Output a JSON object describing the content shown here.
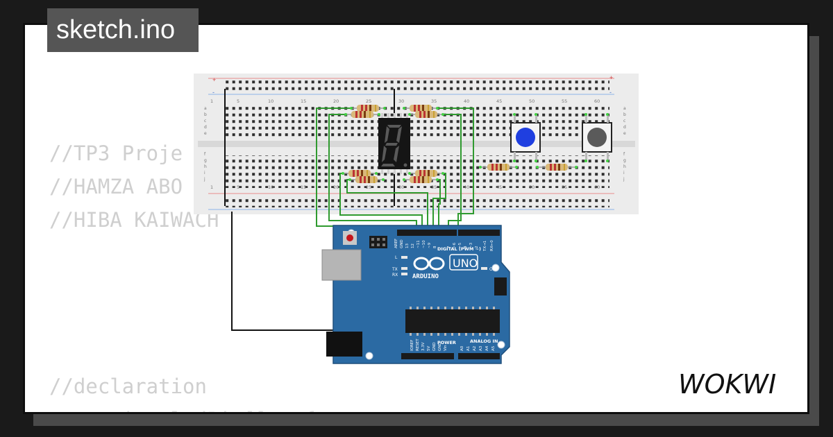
{
  "window": {
    "title": "sketch.ino"
  },
  "code": {
    "lines": [
      "//TP3 Proje",
      "//HAMZA ABO",
      "//HIBA KAIWACH",
      "//declaration",
      "      int ledPin[] = {"
    ]
  },
  "breadboard": {
    "column_numbers": [
      "1",
      "5",
      "10",
      "15",
      "20",
      "25",
      "30",
      "35",
      "40",
      "45",
      "50",
      "55",
      "60"
    ],
    "row_letters_top": [
      "a",
      "b",
      "c",
      "d",
      "e"
    ],
    "row_letters_bottom": [
      "f",
      "g",
      "h",
      "i",
      "j"
    ],
    "rail_plus": "+",
    "rail_minus": "-"
  },
  "arduino": {
    "logo_text": "ARDUINO",
    "model": "UNO",
    "digital_label": "DIGITAL (PWM ~)",
    "power_label": "POWER",
    "analog_label": "ANALOG IN",
    "led_labels": [
      "L",
      "TX",
      "RX",
      "ON"
    ],
    "top_pins": [
      "GND",
      "13",
      "12",
      "~11",
      "~10",
      "~9",
      "8",
      "7",
      "~6",
      "~5",
      "4",
      "~3",
      "2",
      "TX→1",
      "RX←0"
    ],
    "aref_label": "AREF",
    "power_pins": [
      "IOREF",
      "RESET",
      "3.3V",
      "5V",
      "GND",
      "GND",
      "Vin"
    ],
    "analog_pins": [
      "A0",
      "A1",
      "A2",
      "A3",
      "A4",
      "A5"
    ]
  },
  "seven_segment": {
    "digit": "8"
  },
  "buttons": [
    {
      "name": "blue-pushbutton",
      "color": "#1f3fe0"
    },
    {
      "name": "gray-pushbutton",
      "color": "#5a5a5a"
    }
  ],
  "branding": {
    "logo": "WOKWI"
  },
  "colors": {
    "wire_green": "#2f9a2f",
    "wire_black": "#111111",
    "board_blue": "#2b6aa3",
    "breadboard": "#ececec"
  }
}
